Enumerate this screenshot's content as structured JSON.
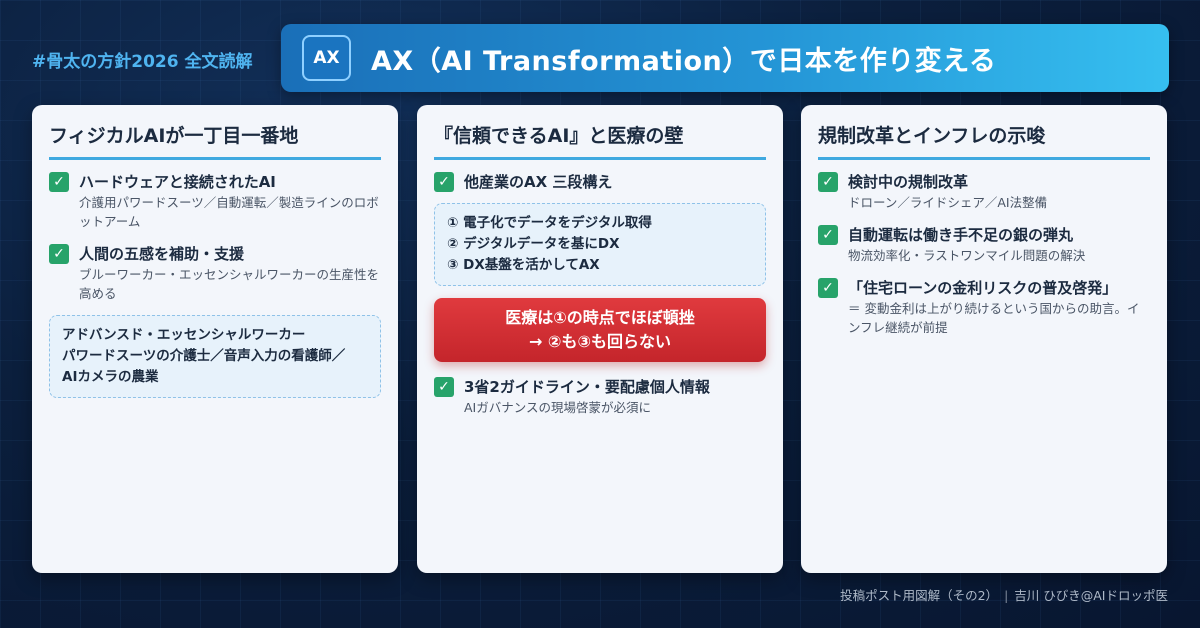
{
  "header": {
    "hashtag": "#骨太の方針2026 全文読解",
    "badge": "AX",
    "title": "AX（AI Transformation）で日本を作り変える"
  },
  "cards": [
    {
      "title": "フィジカルAIが一丁目一番地",
      "items": [
        {
          "head": "ハードウェアと接続されたAI",
          "sub": "介護用パワードスーツ／自動運転／製造ラインのロボットアーム"
        },
        {
          "head": "人間の五感を補助・支援",
          "sub": "ブルーワーカー・エッセンシャルワーカーの生産性を高める"
        }
      ],
      "box_lines": [
        "アドバンスド・エッセンシャルワーカー",
        "パワードスーツの介護士／音声入力の看護師／",
        "AIカメラの農業"
      ]
    },
    {
      "title": "『信頼できるAI』と医療の壁",
      "items": [
        {
          "head": "他産業のAX 三段構え",
          "sub": ""
        },
        {
          "head": "3省2ガイドライン・要配慮個人情報",
          "sub": "AIガバナンスの現場啓蒙が必須に"
        }
      ],
      "box_lines": [
        "① 電子化でデータをデジタル取得",
        "② デジタルデータを基にDX",
        "③ DX基盤を活かしてAX"
      ],
      "alert_lines": [
        "医療は①の時点でほぼ頓挫",
        "→ ②も③も回らない"
      ]
    },
    {
      "title": "規制改革とインフレの示唆",
      "items": [
        {
          "head": "検討中の規制改革",
          "sub": "ドローン／ライドシェア／AI法整備"
        },
        {
          "head": "自動運転は働き手不足の銀の弾丸",
          "sub": "物流効率化・ラストワンマイル問題の解決"
        },
        {
          "head": "「住宅ローンの金利リスクの普及啓発」",
          "sub": "＝ 変動金利は上がり続けるという国からの助言。インフレ継続が前提"
        }
      ]
    }
  ],
  "footer": {
    "left": "投稿ポスト用図解（その2）",
    "right": "吉川 ひびき@AIドロッポ医"
  },
  "check_glyph": "✓",
  "colors": {
    "accent": "#3fa9e0",
    "check": "#27a36a",
    "alert": "#d2303a"
  }
}
